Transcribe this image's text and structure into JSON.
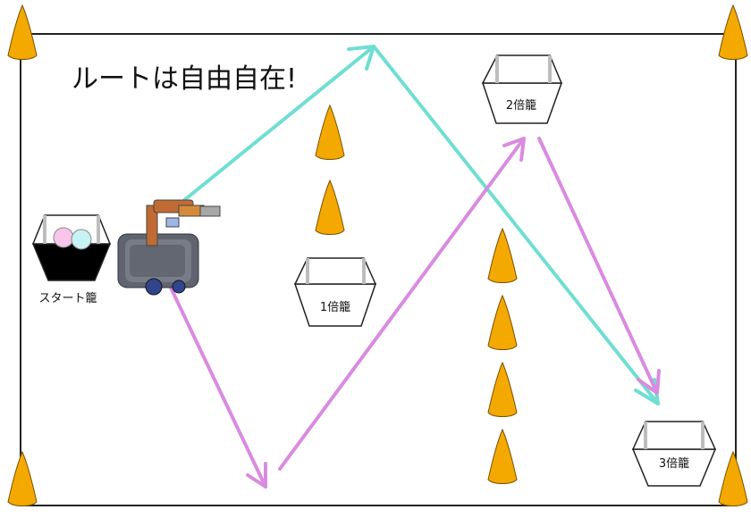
{
  "title": "ルートは自由自在!",
  "baskets": {
    "start": "スタート籠",
    "one": "1倍籠",
    "two": "2倍籠",
    "three": "3倍籠"
  },
  "colors": {
    "field_border": "#222222",
    "cone_fill": "#f4a900",
    "cone_stroke": "#7a5200",
    "route_cyan": "#6fded3",
    "route_magenta": "#d98be0",
    "basket_outline": "#222222",
    "basket_inner": "#bdbdbd",
    "start_basket_fill": "#000000",
    "ball_pink": "#f7c6ea",
    "ball_cyan": "#c8f3f4"
  },
  "icons": {
    "robot": "robot-arm-icon",
    "cone": "traffic-cone-icon",
    "basket": "basket-icon"
  }
}
